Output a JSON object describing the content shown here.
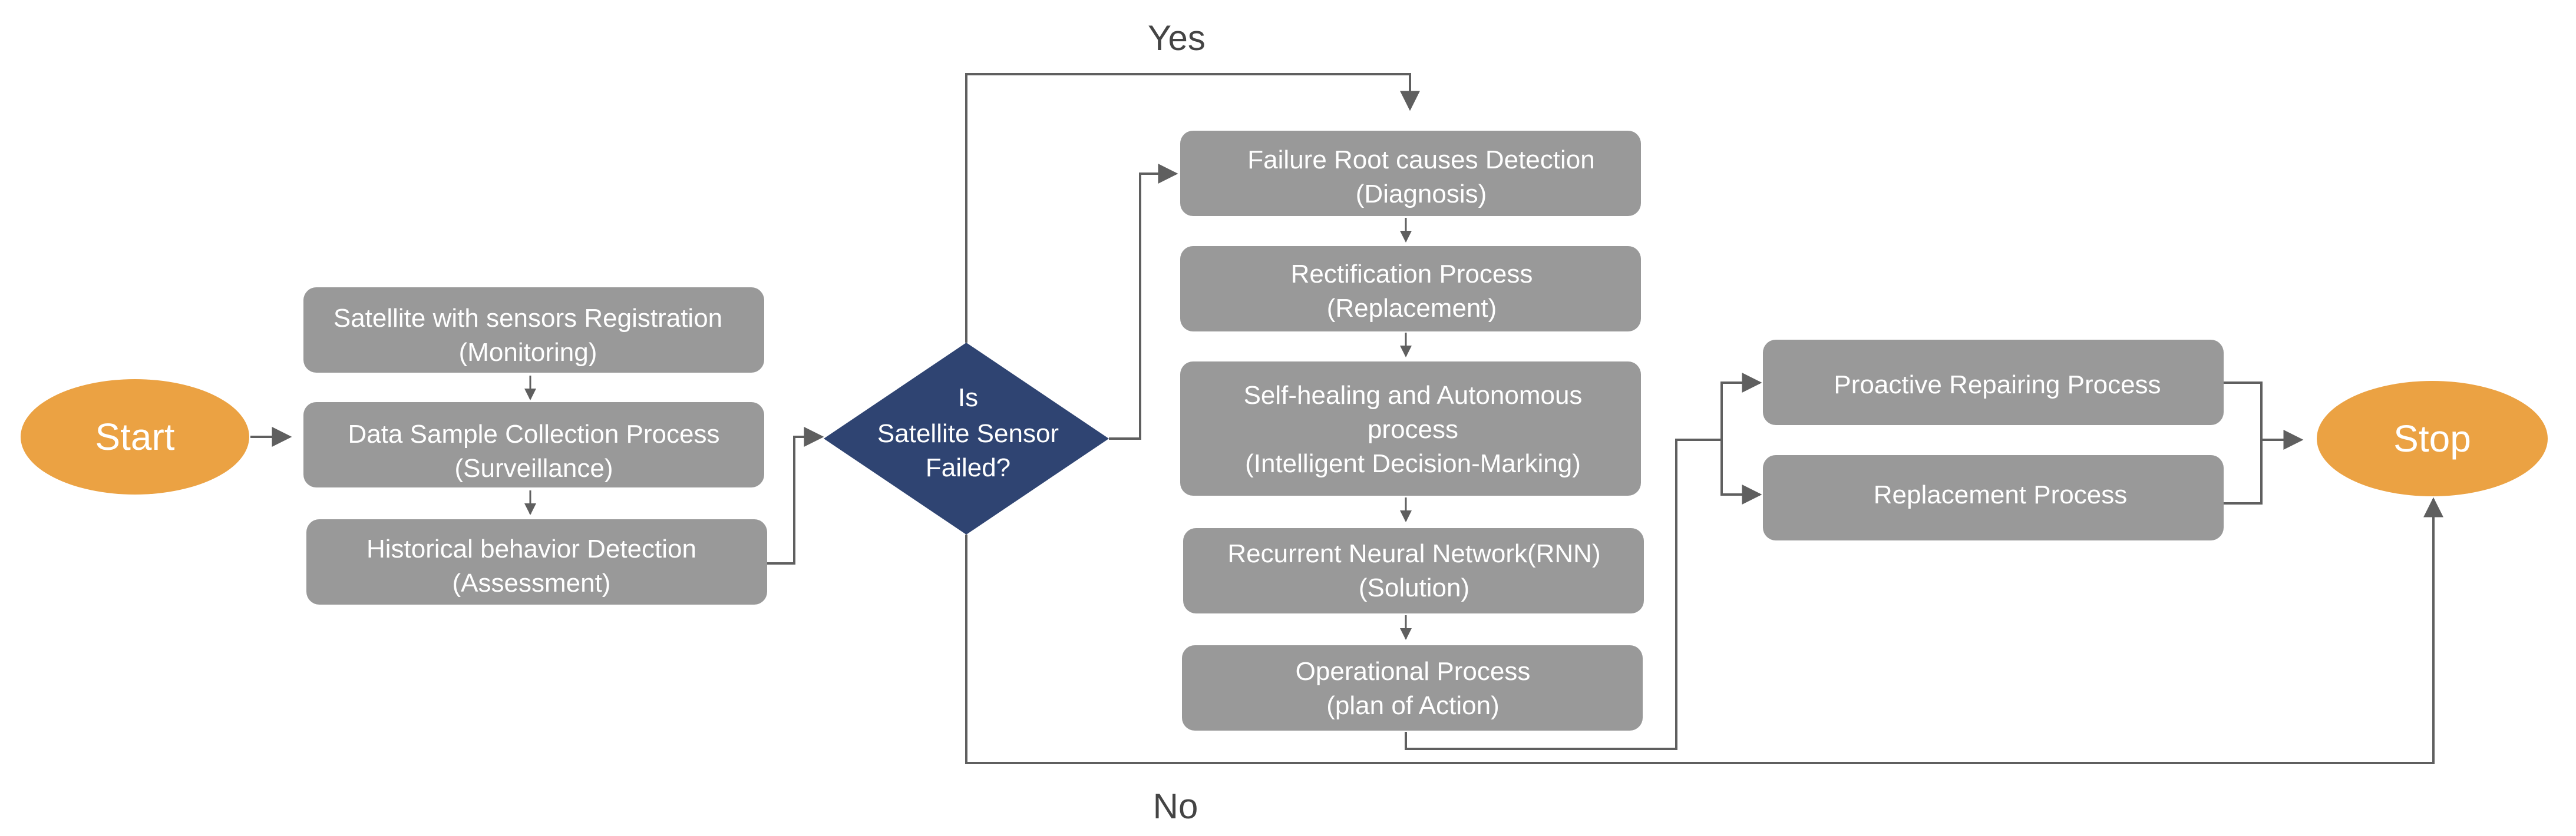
{
  "colors": {
    "terminal_fill": "#EBA243",
    "process_fill": "#999999",
    "decision_fill": "#2F4472",
    "connector": "#5F5F5F",
    "label_text": "#444444",
    "node_text": "#FFFFFF"
  },
  "terminals": {
    "start": "Start",
    "stop": "Stop"
  },
  "decision": {
    "line1": "Is",
    "line2": "Satellite Sensor",
    "line3": "Failed?"
  },
  "branch_labels": {
    "yes": "Yes",
    "no": "No"
  },
  "left_column": [
    {
      "title": "Satellite with sensors Registration",
      "subtitle": "(Monitoring)"
    },
    {
      "title": "Data Sample Collection Process",
      "subtitle": "(Surveillance)"
    },
    {
      "title": "Historical behavior Detection",
      "subtitle": "(Assessment)"
    }
  ],
  "middle_column": [
    {
      "lines": [
        "Failure Root causes Detection",
        "(Diagnosis)"
      ]
    },
    {
      "lines": [
        "Rectification Process",
        "(Replacement)"
      ]
    },
    {
      "lines": [
        "Self-healing and Autonomous",
        "process",
        "(Intelligent Decision-Marking)"
      ]
    },
    {
      "lines": [
        "Recurrent Neural Network(RNN)",
        "(Solution)"
      ]
    },
    {
      "lines": [
        "Operational Process",
        "(plan of Action)"
      ]
    }
  ],
  "right_column": [
    {
      "label": "Proactive Repairing Process"
    },
    {
      "label": "Replacement Process"
    }
  ]
}
